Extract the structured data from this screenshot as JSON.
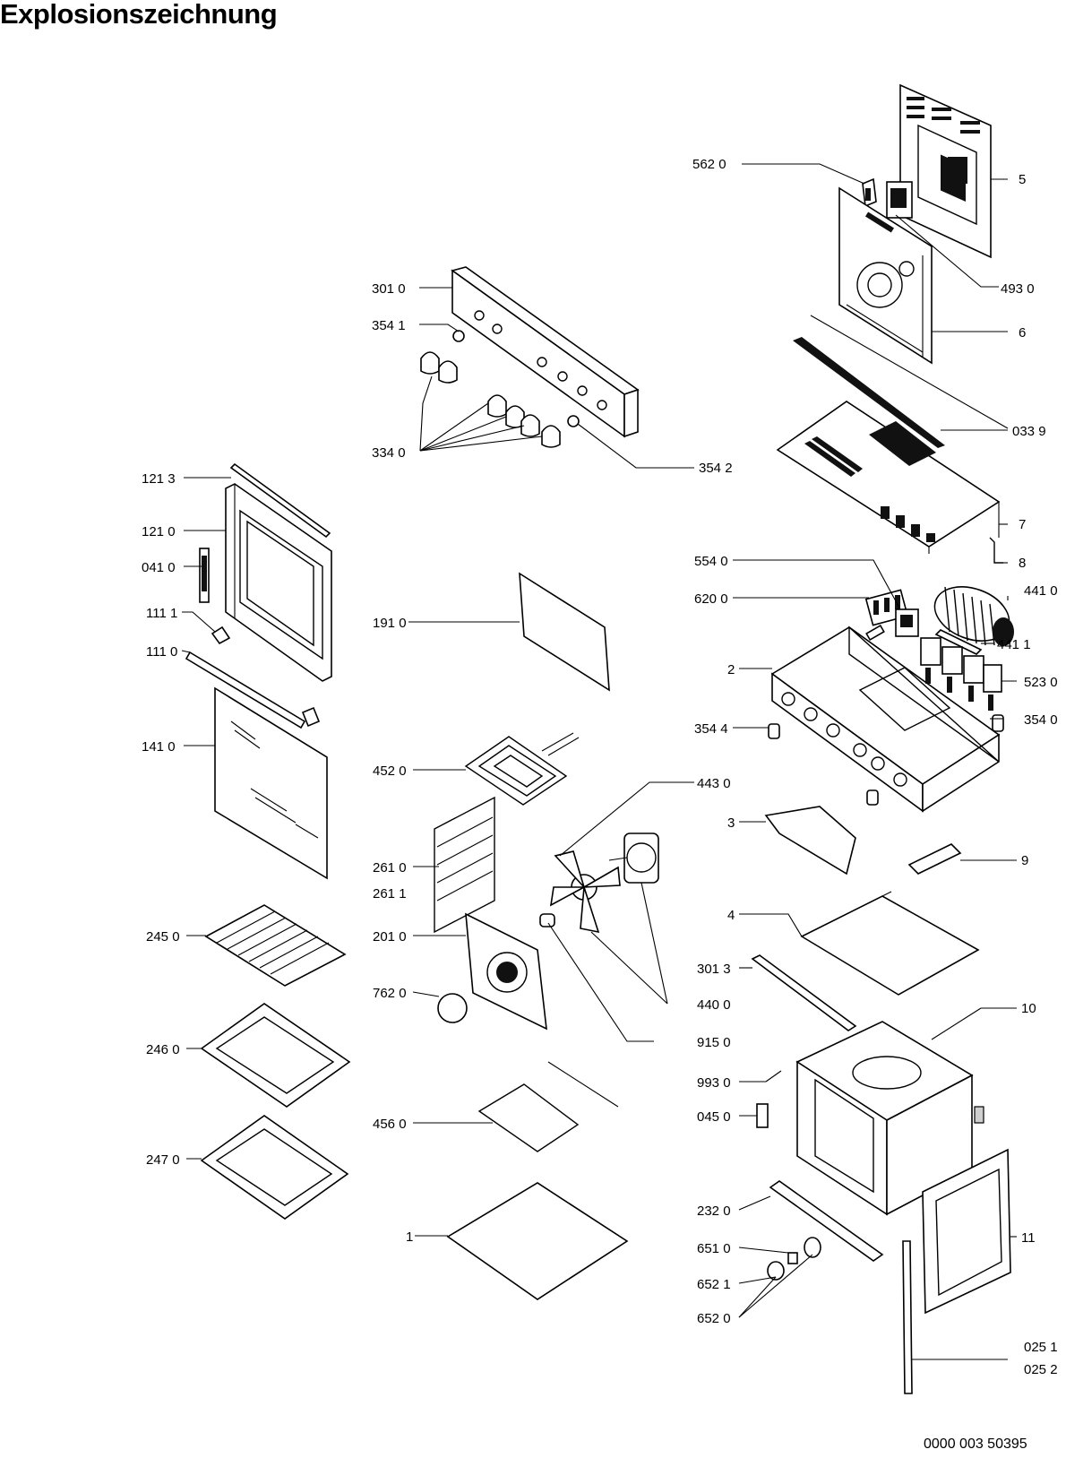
{
  "title": "Explosionszeichnung",
  "doc_id": "0000 003 50395",
  "labels": {
    "l5620": "562 0",
    "l5": "5",
    "l4930": "493 0",
    "l6": "6",
    "l3010": "301 0",
    "l3541": "354 1",
    "l3340": "334 0",
    "l3542": "354 2",
    "l0339": "033 9",
    "l7": "7",
    "l8": "8",
    "l1213": "121 3",
    "l1210": "121 0",
    "l0410": "041 0",
    "l1111": "111 1",
    "l1110": "111 0",
    "l1410": "141 0",
    "l1910": "191 0",
    "l5540": "554 0",
    "l6200": "620 0",
    "l4410": "441 0",
    "l4411": "441 1",
    "l2": "2",
    "l5230": "523 0",
    "l3544": "354 4",
    "l3540": "354 0",
    "l4520": "452 0",
    "l4430": "443 0",
    "l3": "3",
    "l2610": "261 0",
    "l2611": "261 1",
    "l9": "9",
    "l2450": "245 0",
    "l2010": "201 0",
    "l4": "4",
    "l3013": "301 3",
    "l7620": "762 0",
    "l4400": "440 0",
    "l10": "10",
    "l9150": "915 0",
    "l2460": "246 0",
    "l9930": "993 0",
    "l0450": "045 0",
    "l4560": "456 0",
    "l2470": "247 0",
    "l2320": "232 0",
    "l1": "1",
    "l6510": "651 0",
    "l11": "11",
    "l6521": "652 1",
    "l6520": "652 0",
    "l0251": "025 1",
    "l0252": "025 2"
  }
}
